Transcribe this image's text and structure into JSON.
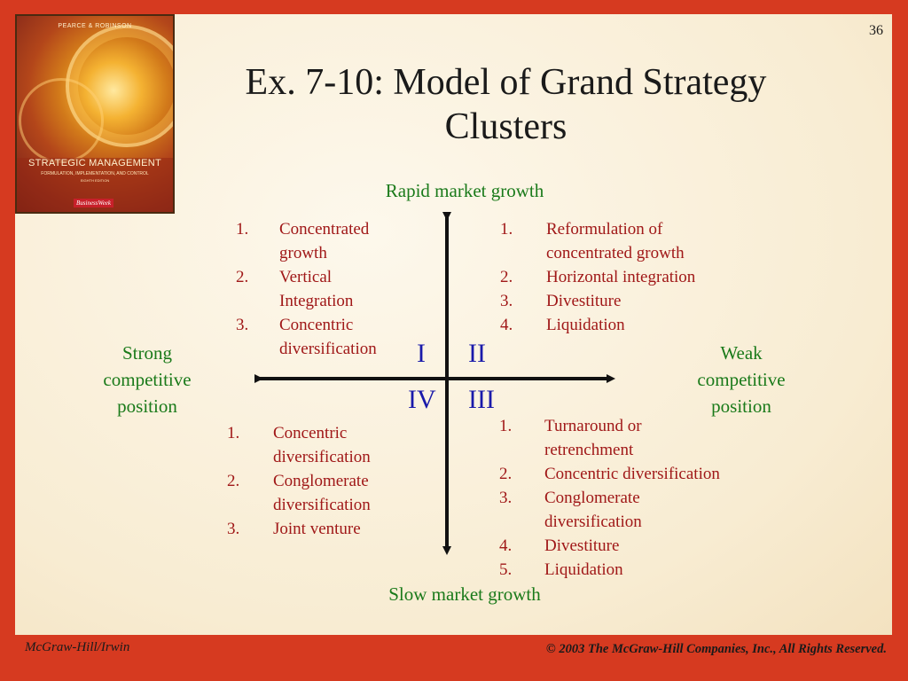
{
  "page_number": "36",
  "title_line1": "Ex. 7-10: Model of Grand Strategy",
  "title_line2": "Clusters",
  "book": {
    "author": "PEARCE & ROBINSON",
    "title": "STRATEGIC MANAGEMENT",
    "subtitle": "FORMULATION, IMPLEMENTATION, AND CONTROL",
    "edition": "EIGHTH EDITION",
    "logo": "BusinessWeek"
  },
  "axes": {
    "top": "Rapid market growth",
    "bottom": "Slow market growth",
    "left": [
      "Strong",
      "competitive",
      "position"
    ],
    "right": [
      "Weak",
      "competitive",
      "position"
    ]
  },
  "quadrant_numbers": {
    "q1": "I",
    "q2": "II",
    "q3": "III",
    "q4": "IV"
  },
  "quadrants": {
    "q1": [
      {
        "num": "1.",
        "lines": [
          "Concentrated",
          "growth"
        ]
      },
      {
        "num": "2.",
        "lines": [
          "Vertical",
          "Integration"
        ]
      },
      {
        "num": "3.",
        "lines": [
          "Concentric",
          "diversification"
        ]
      }
    ],
    "q2": [
      {
        "num": "1.",
        "lines": [
          "Reformulation of",
          "concentrated growth"
        ]
      },
      {
        "num": "2.",
        "lines": [
          "Horizontal integration"
        ]
      },
      {
        "num": "3.",
        "lines": [
          "Divestiture"
        ]
      },
      {
        "num": "4.",
        "lines": [
          "Liquidation"
        ]
      }
    ],
    "q3": [
      {
        "num": "1.",
        "lines": [
          "Turnaround or",
          "retrenchment"
        ]
      },
      {
        "num": "2.",
        "lines": [
          "Concentric diversification"
        ]
      },
      {
        "num": "3.",
        "lines": [
          "Conglomerate",
          "diversification"
        ]
      },
      {
        "num": "4.",
        "lines": [
          "Divestiture"
        ]
      },
      {
        "num": "5.",
        "lines": [
          "Liquidation"
        ]
      }
    ],
    "q4": [
      {
        "num": "1.",
        "lines": [
          "Concentric",
          "diversification"
        ]
      },
      {
        "num": "2.",
        "lines": [
          "Conglomerate",
          "diversification"
        ]
      },
      {
        "num": "3.",
        "lines": [
          "Joint venture"
        ]
      }
    ]
  },
  "footer": {
    "left": "McGraw-Hill/Irwin",
    "right": "© 2003 The McGraw-Hill Companies, Inc., All Rights Reserved."
  },
  "colors": {
    "frame": "#d63a20",
    "axis_text": "#1a7a1a",
    "quadrant_number": "#1a1aaa",
    "strategy_text": "#a01818"
  }
}
